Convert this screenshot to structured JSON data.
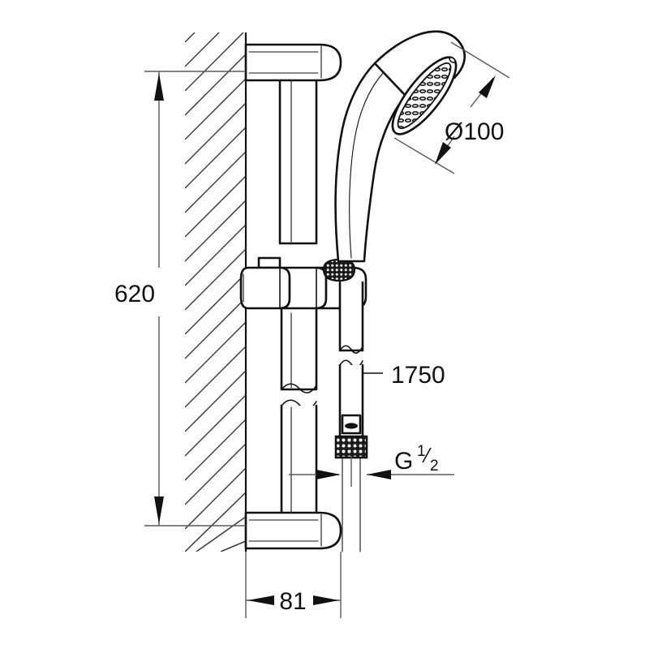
{
  "drawing": {
    "title": "Shower rail set technical dimension drawing",
    "units": "mm",
    "background_color": "#ffffff",
    "line_color": "#111111",
    "dimension_color": "#5a5a5a",
    "hatch_color": "#3b3b3b"
  },
  "dimensions": {
    "rail_height": {
      "label": "620",
      "name": "rail-height-dimension",
      "orientation": "vertical",
      "position": "left"
    },
    "head_diameter": {
      "label": "Ø100",
      "name": "shower-head-diameter-dimension",
      "orientation": "diagonal",
      "position": "upper-right"
    },
    "hose_length": {
      "label": "1750",
      "name": "hose-length-dimension",
      "orientation": "leader",
      "position": "middle-right"
    },
    "thread_size": {
      "label_main": "G",
      "label_numerator": "1",
      "label_denominator": "2",
      "name": "thread-size-dimension",
      "orientation": "leader",
      "position": "lower-right"
    },
    "wall_offset": {
      "label": "81",
      "name": "wall-offset-dimension",
      "orientation": "horizontal",
      "position": "bottom"
    }
  },
  "parts": {
    "wall": "wall-section-hatched",
    "upper_bracket": "upper-wall-bracket",
    "lower_bracket": "lower-wall-bracket",
    "slide_rail": "slide-rail",
    "slider_holder": "slider-hand-shower-holder",
    "hand_shower": "hand-shower-head",
    "shower_handle": "hand-shower-handle",
    "spray_face": "spray-face-nozzle-plate",
    "hose": "shower-hose",
    "hose_nut": "hose-coupling-nut-knurled",
    "hose_collar": "hose-upper-knurled-collar"
  }
}
